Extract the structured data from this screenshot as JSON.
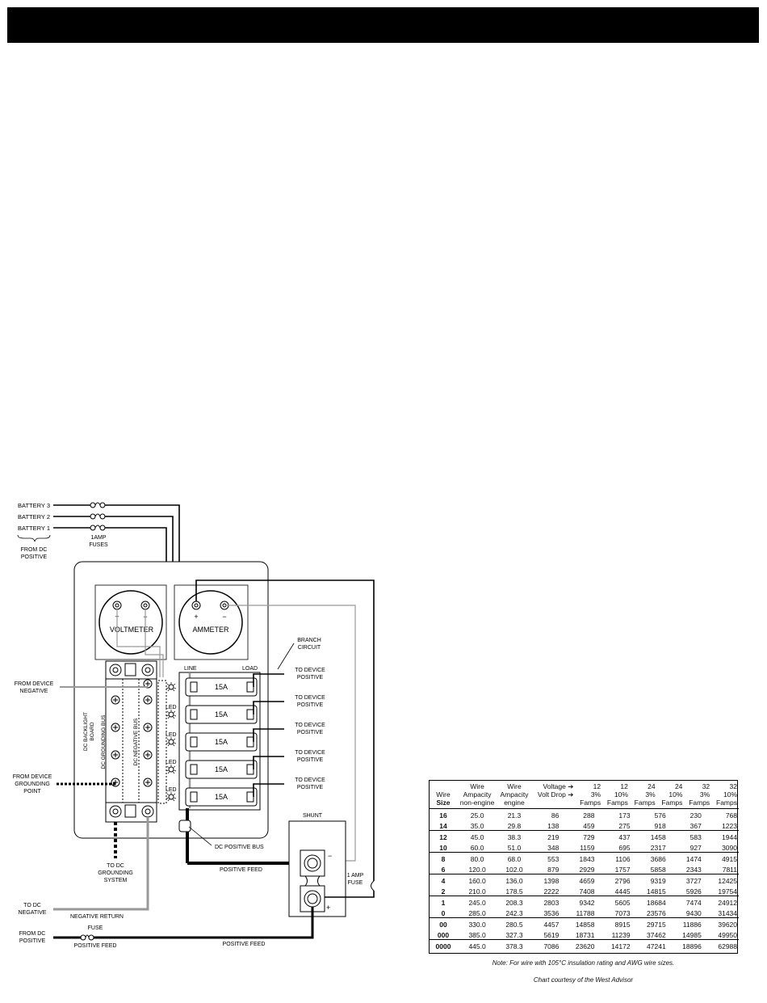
{
  "labels": {
    "battery3": "BATTERY 3",
    "battery2": "BATTERY 2",
    "battery1": "BATTERY 1",
    "fuses_1amp_l1": "1AMP",
    "fuses_1amp_l2": "FUSES",
    "from_dc_positive_top_l1": "FROM DC",
    "from_dc_positive_top_l2": "POSITIVE",
    "voltmeter": "VOLTMETER",
    "ammeter": "AMMETER",
    "plus": "+",
    "minus": "−",
    "branch_circuit_l1": "BRANCH",
    "branch_circuit_l2": "CIRCUIT",
    "line": "LINE",
    "load": "LOAD",
    "led": "LED",
    "breaker": "15A",
    "to_device_positive_l1": "TO DEVICE",
    "to_device_positive_l2": "POSITIVE",
    "from_device_negative_l1": "FROM DEVICE",
    "from_device_negative_l2": "NEGATIVE",
    "dc_backlight_board_l1": "DC BACKLIGHT",
    "dc_backlight_board_l2": "BOARD",
    "dc_grounding_bus": "DC GROUNDING BUS",
    "dc_negative_bus": "DC NEGATIVE BUS",
    "from_device_grounding_l1": "FROM DEVICE",
    "from_device_grounding_l2": "GROUNDING",
    "from_device_grounding_l3": "POINT",
    "dc_positive_bus": "DC POSITIVE BUS",
    "to_dc_grounding_l1": "TO DC",
    "to_dc_grounding_l2": "GROUNDING",
    "to_dc_grounding_l3": "SYSTEM",
    "shunt": "SHUNT",
    "positive_feed": "POSITIVE  FEED",
    "one_amp_fuse_l1": "1 AMP",
    "one_amp_fuse_l2": "FUSE",
    "to_dc_negative_l1": "TO DC",
    "to_dc_negative_l2": "NEGATIVE",
    "negative_return": "NEGATIVE  RETURN",
    "fuse": "FUSE",
    "positive_feed_small": "POSITIVE FEED",
    "from_dc_positive_bottom_l1": "FROM DC",
    "from_dc_positive_bottom_l2": "POSITIVE"
  },
  "table": {
    "headers": {
      "wire_l1": "Wire",
      "wire_l2": "Size",
      "amp_ne_l1": "Wire",
      "amp_ne_l2": "Ampacity",
      "amp_ne_l3": "non-engine",
      "amp_e_l1": "Wire",
      "amp_e_l2": "Ampacity",
      "amp_e_l3": "engine",
      "voltage": "Voltage  ➔",
      "voltdrop": "Volt Drop  ➔",
      "cols": [
        {
          "v": "12",
          "d": "3%",
          "u": "Famps"
        },
        {
          "v": "12",
          "d": "10%",
          "u": "Famps"
        },
        {
          "v": "24",
          "d": "3%",
          "u": "Famps"
        },
        {
          "v": "24",
          "d": "10%",
          "u": "Famps"
        },
        {
          "v": "32",
          "d": "3%",
          "u": "Famps"
        },
        {
          "v": "32",
          "d": "10%",
          "u": "Famps"
        }
      ]
    },
    "groups": [
      [
        [
          "16",
          "25.0",
          "21.3",
          "86",
          "288",
          "173",
          "576",
          "230",
          "768"
        ],
        [
          "14",
          "35.0",
          "29.8",
          "138",
          "459",
          "275",
          "918",
          "367",
          "1223"
        ]
      ],
      [
        [
          "12",
          "45.0",
          "38.3",
          "219",
          "729",
          "437",
          "1458",
          "583",
          "1944"
        ],
        [
          "10",
          "60.0",
          "51.0",
          "348",
          "1159",
          "695",
          "2317",
          "927",
          "3090"
        ]
      ],
      [
        [
          "8",
          "80.0",
          "68.0",
          "553",
          "1843",
          "1106",
          "3686",
          "1474",
          "4915"
        ],
        [
          "6",
          "120.0",
          "102.0",
          "879",
          "2929",
          "1757",
          "5858",
          "2343",
          "7811"
        ]
      ],
      [
        [
          "4",
          "160.0",
          "136.0",
          "1398",
          "4659",
          "2796",
          "9319",
          "3727",
          "12425"
        ],
        [
          "2",
          "210.0",
          "178.5",
          "2222",
          "7408",
          "4445",
          "14815",
          "5926",
          "19754"
        ]
      ],
      [
        [
          "1",
          "245.0",
          "208.3",
          "2803",
          "9342",
          "5605",
          "18684",
          "7474",
          "24912"
        ],
        [
          "0",
          "285.0",
          "242.3",
          "3536",
          "11788",
          "7073",
          "23576",
          "9430",
          "31434"
        ]
      ],
      [
        [
          "00",
          "330.0",
          "280.5",
          "4457",
          "14858",
          "8915",
          "29715",
          "11886",
          "39620"
        ],
        [
          "000",
          "385.0",
          "327.3",
          "5619",
          "18731",
          "11239",
          "37462",
          "14985",
          "49950"
        ]
      ],
      [
        [
          "0000",
          "445.0",
          "378.3",
          "7086",
          "23620",
          "14172",
          "47241",
          "18896",
          "62988"
        ]
      ]
    ],
    "note": "Note: For  wire with 105°C insulation rating and AWG wire sizes.",
    "credit": "Chart courtesy of the West Advisor"
  }
}
